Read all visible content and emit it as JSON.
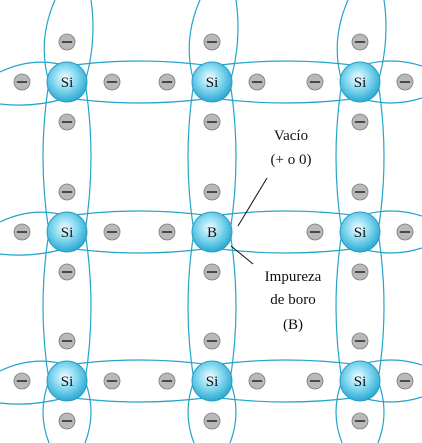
{
  "atoms": [
    {
      "label": "Si"
    },
    {
      "label": "Si"
    },
    {
      "label": "Si"
    },
    {
      "label": "Si"
    },
    {
      "label": "B"
    },
    {
      "label": "Si"
    },
    {
      "label": "Si"
    },
    {
      "label": "Si"
    },
    {
      "label": "Si"
    }
  ],
  "electron_symbol": "−",
  "vacancy_note": {
    "line1": "Vacío",
    "line2": "(+ o 0)"
  },
  "impurity_note": {
    "line1": "Impureza",
    "line2": "de boro",
    "line3": "(B)"
  },
  "colors": {
    "bond": "#23a5c9",
    "atom_center": "#f4fcff",
    "atom_mid": "#8fdcf2",
    "atom_edge": "#28a9d3",
    "electron_fill": "#b9b9b9",
    "text": "#111111"
  }
}
